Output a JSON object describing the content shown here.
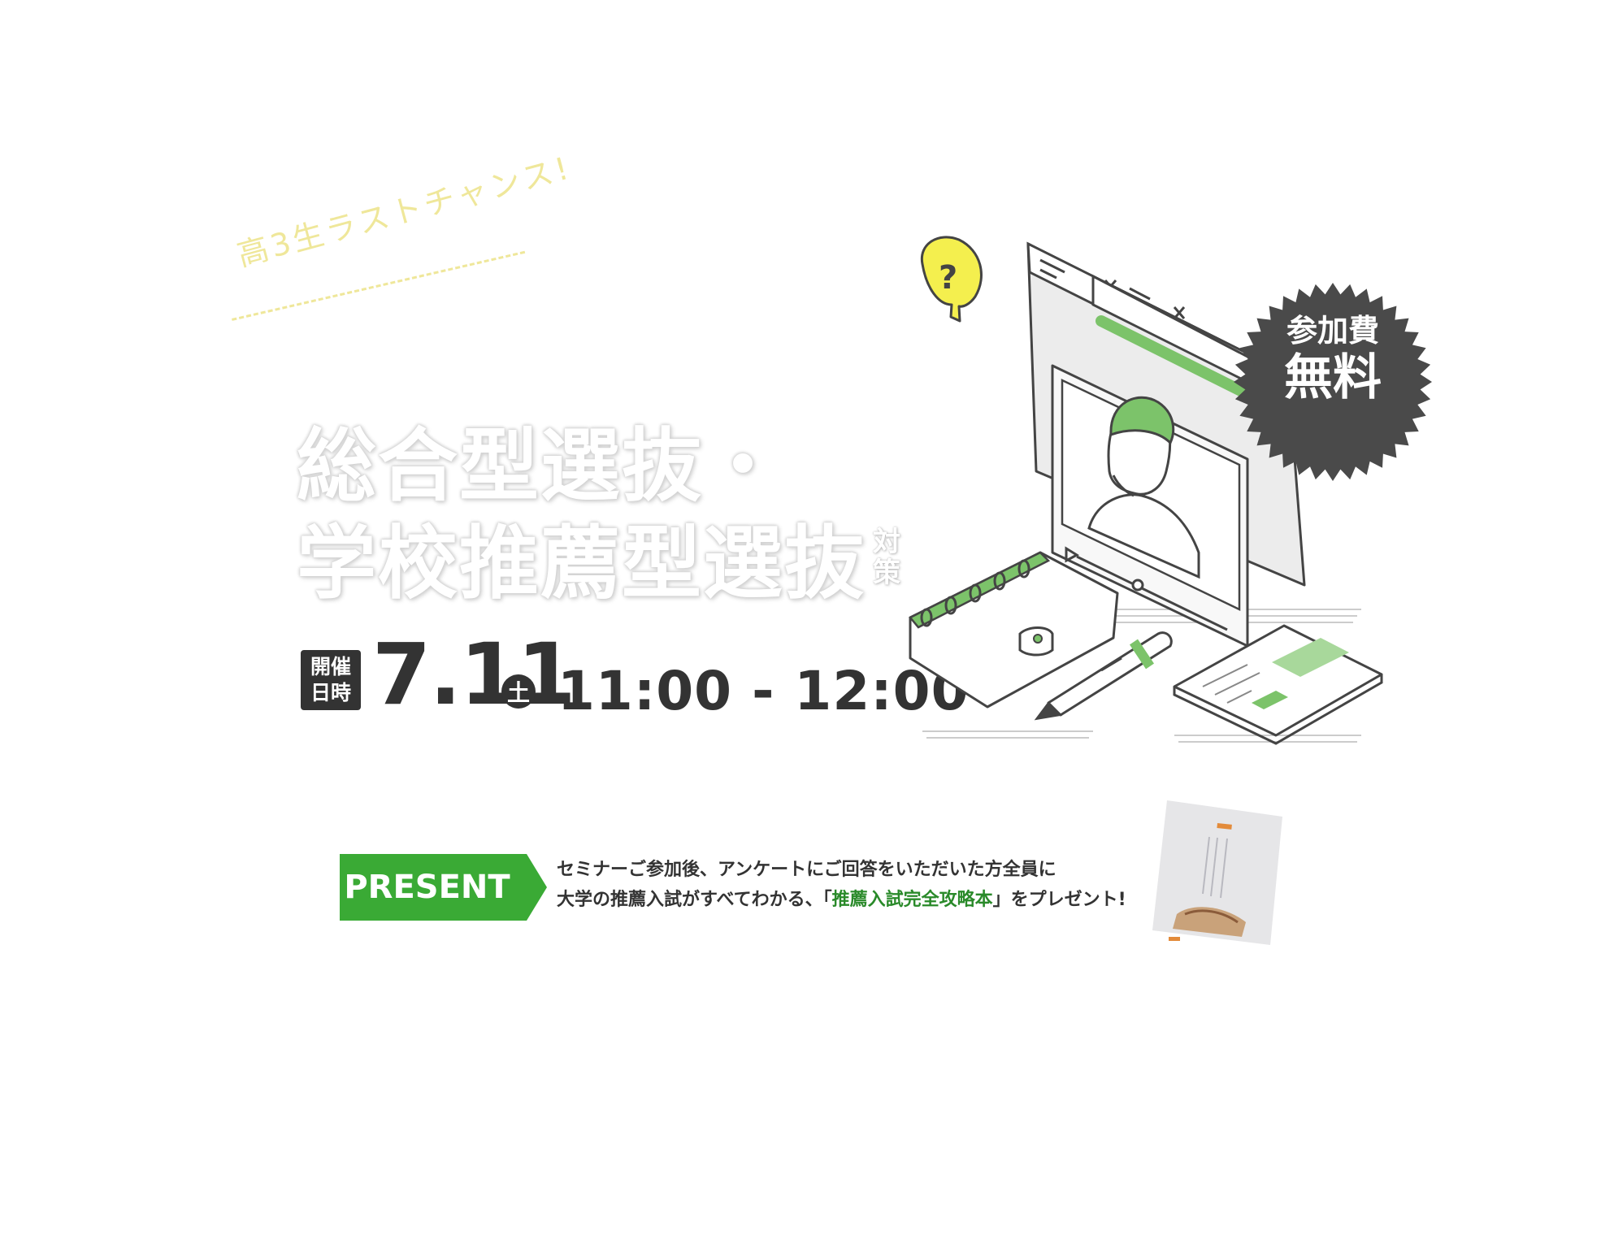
{
  "tagline": "高3生ラストチャンス!",
  "title": {
    "line1": "総合型選抜・",
    "line2": "学校推薦型選抜",
    "suffix": "対策"
  },
  "event": {
    "date_label_line1": "開催",
    "date_label_line2": "日時",
    "date": "7.11",
    "weekday": "土",
    "time_range": "11:00 - 12:00"
  },
  "badge": {
    "line1": "参加費",
    "line2": "無料"
  },
  "present": {
    "label": "PRESENT",
    "line1": "セミナーご参加後、アンケートにご回答をいただいた方全員に",
    "line2_prefix": "大学の推薦入試がすべてわかる、「",
    "line2_highlight": "推薦入試完全攻略本",
    "line2_suffix": "」をプレゼント!"
  },
  "colors": {
    "accent_green": "#3aaa35",
    "dark": "#333333",
    "badge": "#4a4a4a",
    "tagline_yellow": "#efe79a",
    "question_yellow": "#f4ef4e",
    "illustration_green": "#7cc36a"
  }
}
